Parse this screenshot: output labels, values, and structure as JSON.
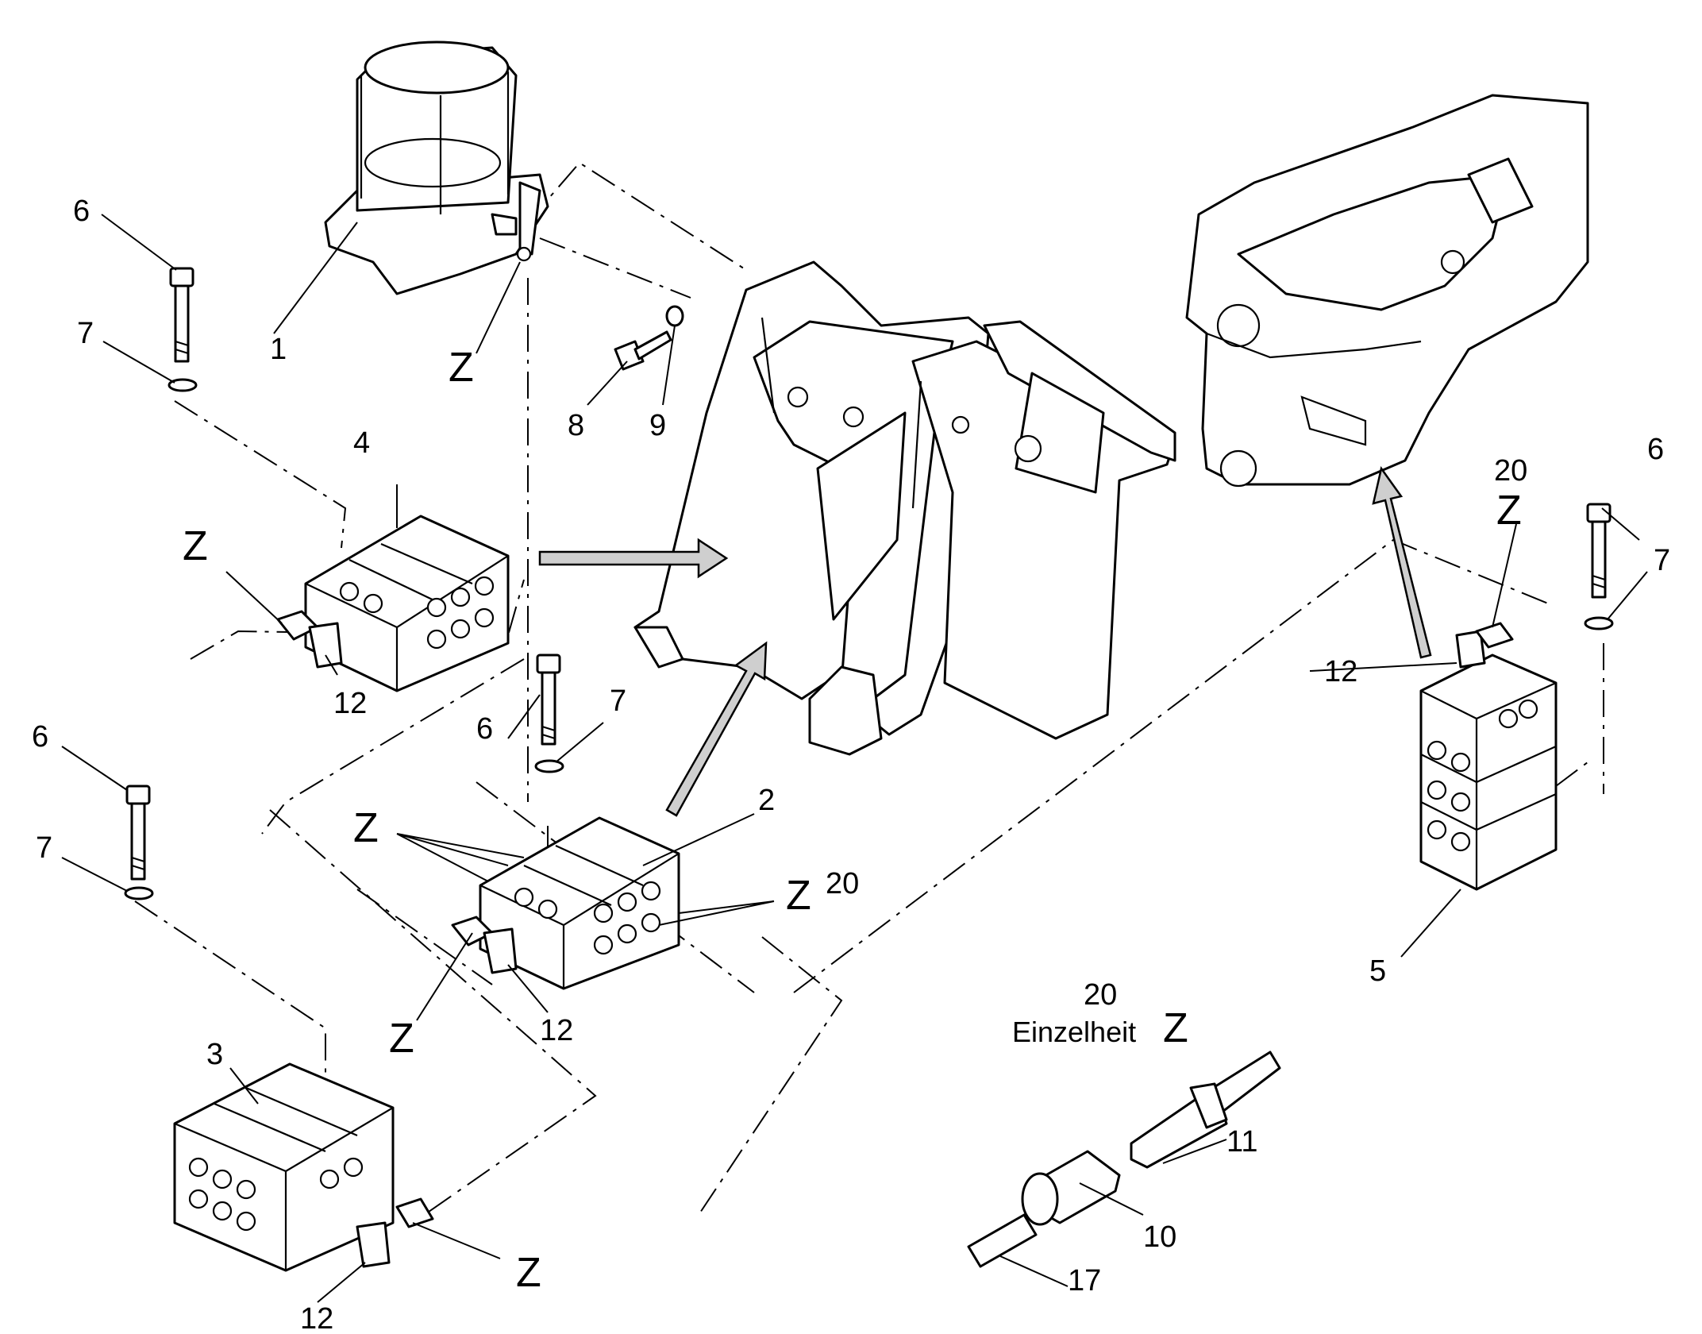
{
  "callouts": {
    "p1": "1",
    "p2": "2",
    "p3": "3",
    "p4": "4",
    "p5": "5",
    "p6a": "6",
    "p6b": "6",
    "p6c": "6",
    "p6d": "6",
    "p7a": "7",
    "p7b": "7",
    "p7c": "7",
    "p7d": "7",
    "p8": "8",
    "p9": "9",
    "p10": "10",
    "p11": "11",
    "p12a": "12",
    "p12b": "12",
    "p12c": "12",
    "p12d": "12",
    "p17": "17",
    "p20a": "20",
    "p20b": "20",
    "p20c": "20",
    "z": "Z"
  },
  "detail": {
    "number": "20",
    "title": "Einzelheit",
    "marker": "Z"
  },
  "colors": {
    "line": "#000000",
    "arrow_fill": "#cfcfcf",
    "background": "#ffffff"
  }
}
